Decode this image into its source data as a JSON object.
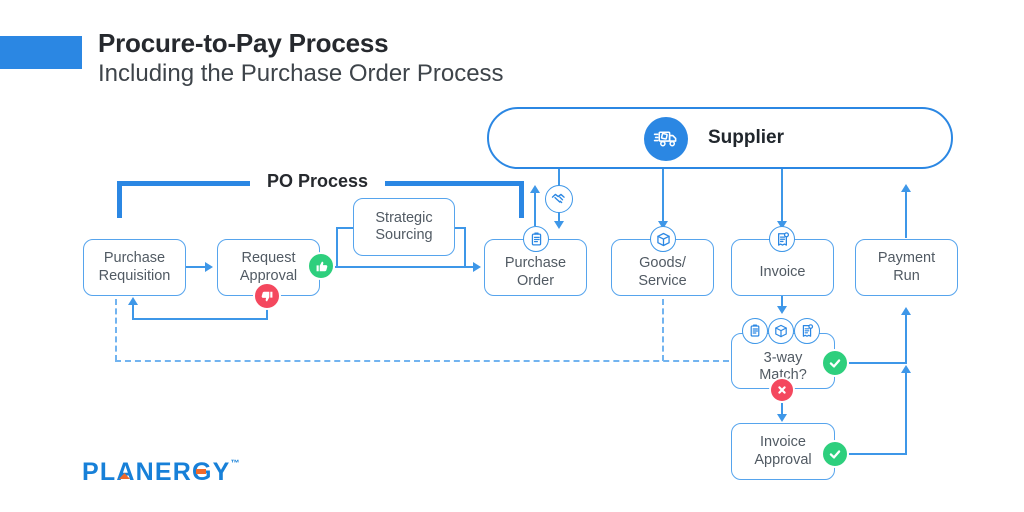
{
  "header": {
    "title": "Procure-to-Pay Process",
    "subtitle": "Including the Purchase Order Process"
  },
  "po_bracket": {
    "label": "PO Process"
  },
  "supplier": {
    "label": "Supplier",
    "icon": "delivery-truck-icon"
  },
  "nodes": {
    "purchase_requisition": {
      "line1": "Purchase",
      "line2": "Requisition"
    },
    "request_approval": {
      "line1": "Request",
      "line2": "Approval"
    },
    "strategic_sourcing": {
      "line1": "Strategic",
      "line2": "Sourcing"
    },
    "purchase_order": {
      "line1": "Purchase",
      "line2": "Order",
      "icon": "purchase-order-document-icon"
    },
    "goods_service": {
      "line1": "Goods/",
      "line2": "Service",
      "icon": "package-icon"
    },
    "invoice": {
      "line1": "Invoice",
      "line2": "",
      "icon": "invoice-icon"
    },
    "payment_run": {
      "line1": "Payment",
      "line2": "Run"
    },
    "three_way_match": {
      "line1": "3-way",
      "line2": "Match?",
      "icons": [
        "purchase-order-document-icon",
        "package-icon",
        "invoice-icon"
      ]
    },
    "invoice_approval": {
      "line1": "Invoice",
      "line2": "Approval"
    }
  },
  "badges": {
    "request_approved": {
      "icon": "thumbs-up-icon",
      "color": "#2ecf7d"
    },
    "request_rejected": {
      "icon": "thumbs-down-icon",
      "color": "#f4485e"
    },
    "match_success": {
      "icon": "check-icon",
      "color": "#2ecf7d"
    },
    "match_fail": {
      "icon": "x-icon",
      "color": "#f4485e"
    },
    "invoice_approved": {
      "icon": "check-icon",
      "color": "#2ecf7d"
    }
  },
  "connector_icons": {
    "supplier_to_purchase_order": "handshake-icon"
  },
  "edges": [
    {
      "from": "purchase_requisition",
      "to": "request_approval",
      "style": "solid-arrow"
    },
    {
      "from": "request_approval",
      "to": "purchase_order",
      "style": "solid-arrow",
      "via": "strategic_sourcing-detour"
    },
    {
      "from": "request_approval",
      "to": "purchase_requisition",
      "style": "solid-arrow",
      "condition": "rejected"
    },
    {
      "from": "supplier",
      "to": "purchase_order",
      "style": "solid-arrow"
    },
    {
      "from": "purchase_order",
      "to": "supplier",
      "style": "solid-arrow"
    },
    {
      "from": "supplier",
      "to": "goods_service",
      "style": "solid-arrow"
    },
    {
      "from": "supplier",
      "to": "invoice",
      "style": "solid-arrow"
    },
    {
      "from": "payment_run",
      "to": "supplier",
      "style": "solid-arrow"
    },
    {
      "from": "invoice",
      "to": "three_way_match",
      "style": "solid-arrow"
    },
    {
      "from": "three_way_match",
      "to": "payment_run",
      "style": "solid-arrow",
      "condition": "match"
    },
    {
      "from": "three_way_match",
      "to": "invoice_approval",
      "style": "solid-arrow",
      "condition": "no-match"
    },
    {
      "from": "invoice_approval",
      "to": "payment_run",
      "style": "solid-arrow",
      "condition": "approved"
    },
    {
      "from": "purchase_requisition",
      "to": "three_way_match",
      "style": "dashed"
    },
    {
      "from": "goods_service",
      "to": "three_way_match",
      "style": "dashed"
    }
  ],
  "logo": {
    "text": "PLANERGY",
    "tm": "™"
  },
  "colors": {
    "brand_blue": "#2b87e3",
    "line_blue": "#3e97e8",
    "box_border": "#56a4ed",
    "dashed_blue": "#72b4f0",
    "green": "#2ecf7d",
    "red": "#f4485e",
    "title_text": "#26292e",
    "box_text": "#515a63",
    "logo_blue": "#1780d8",
    "logo_orange": "#f0692a"
  }
}
